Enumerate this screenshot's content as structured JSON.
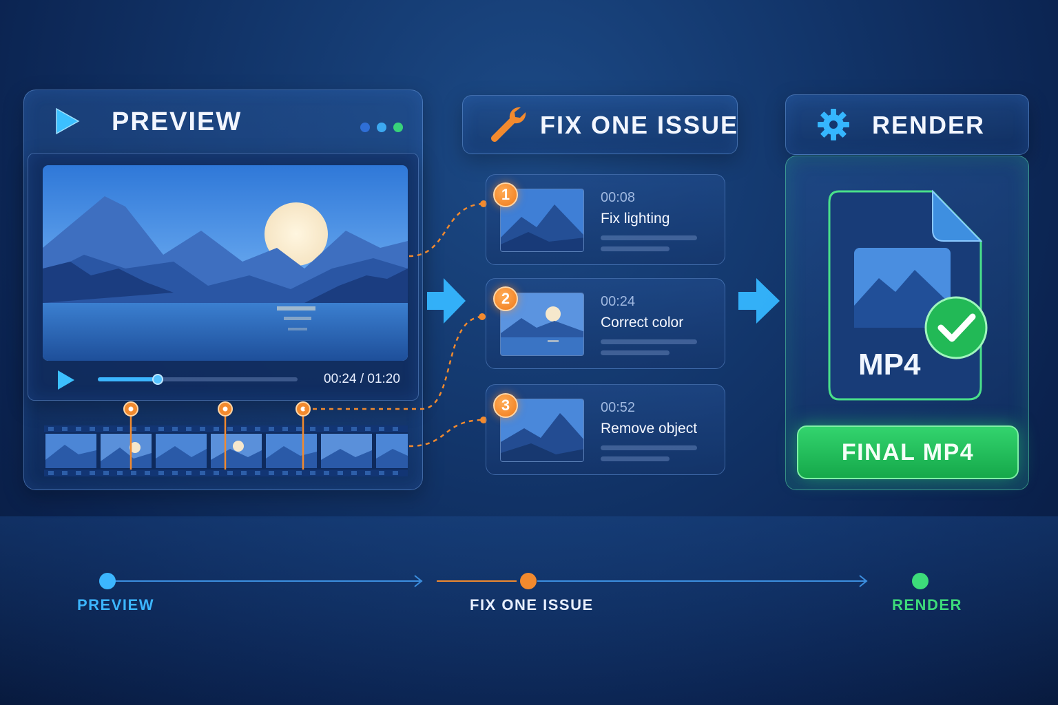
{
  "preview": {
    "title": "PREVIEW",
    "timecode": "00:24 / 01:20",
    "progress": 0.3,
    "colors": {
      "accent": "#3cb6ff"
    }
  },
  "fix": {
    "title": "FIX ONE ISSUE",
    "items": [
      {
        "number": "1",
        "time": "00:08",
        "label": "Fix lighting"
      },
      {
        "number": "2",
        "time": "00:24",
        "label": "Correct color"
      },
      {
        "number": "3",
        "time": "00:52",
        "label": "Remove object"
      }
    ],
    "colors": {
      "accent": "#f28a2e"
    }
  },
  "render": {
    "title": "RENDER",
    "file_label": "MP4",
    "button_label": "FINAL MP4",
    "colors": {
      "accent": "#22c55e"
    }
  },
  "steps": [
    {
      "label": "PREVIEW",
      "color": "#3cb6ff"
    },
    {
      "label": "FIX ONE ISSUE",
      "color": "#f28a2e"
    },
    {
      "label": "RENDER",
      "color": "#3ddc7a"
    }
  ]
}
